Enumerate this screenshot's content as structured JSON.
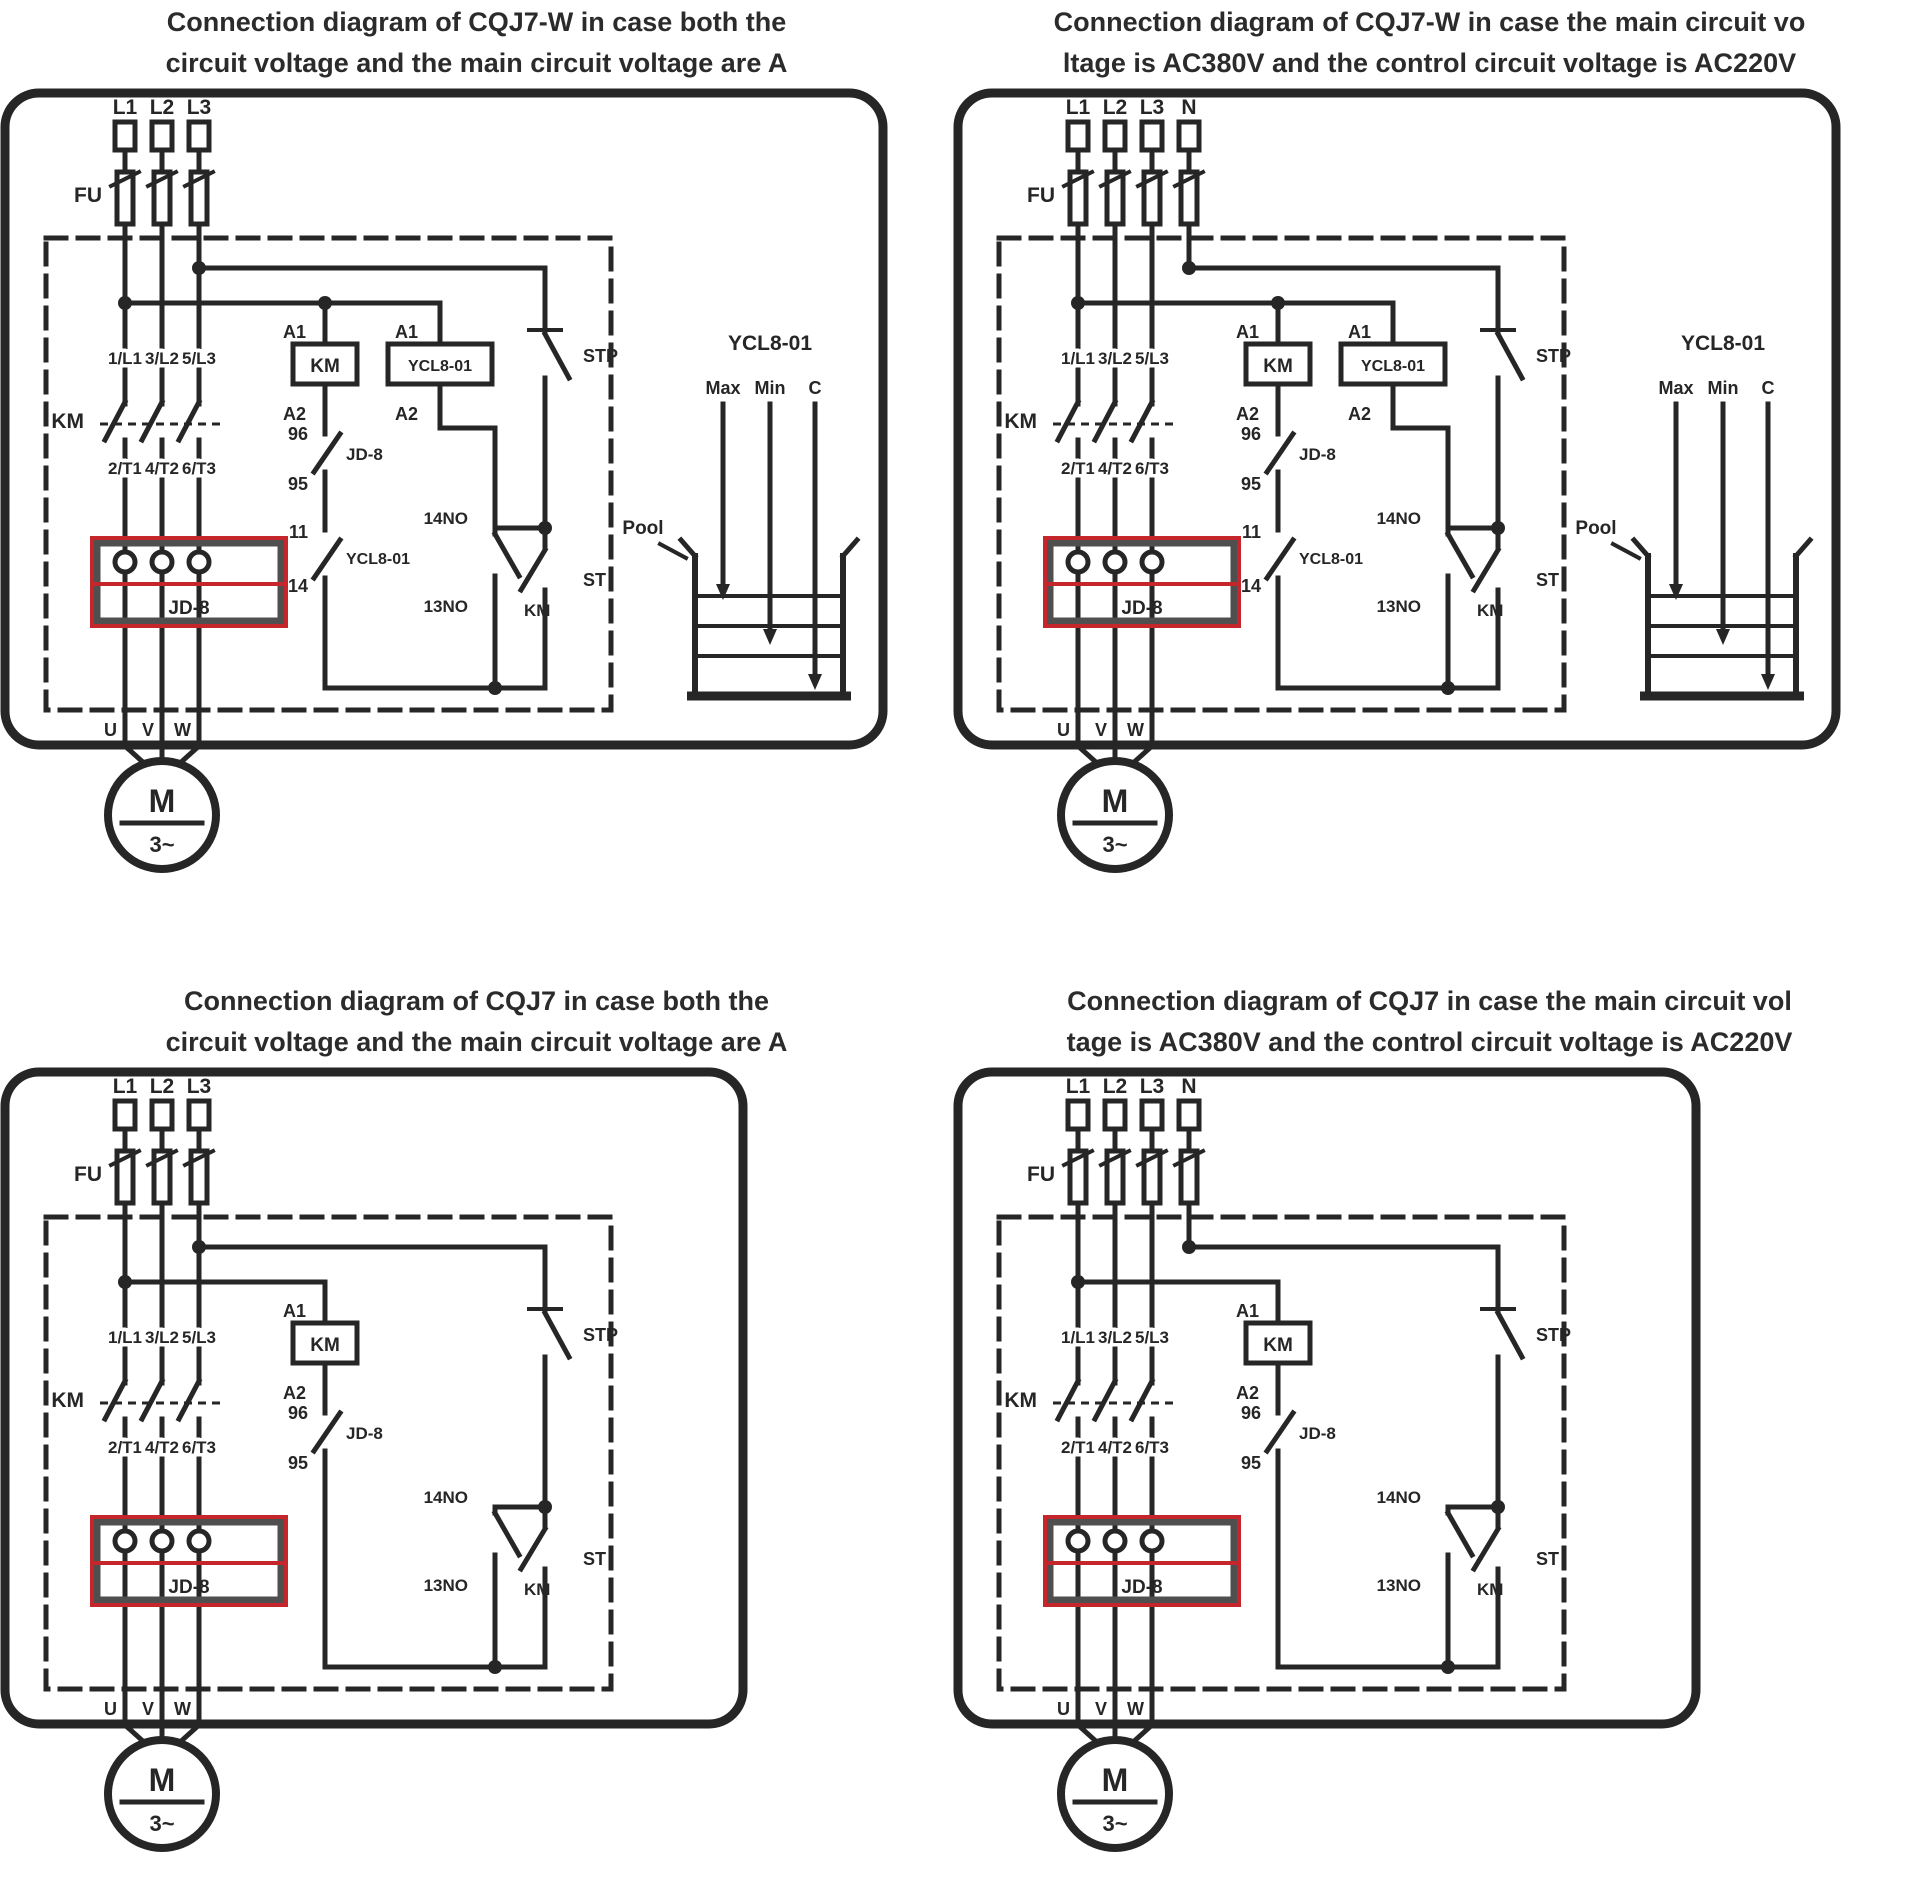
{
  "titles": {
    "p1": {
      "l1": "Connection diagram of CQJ7-W in case both the",
      "l2": "circuit voltage and the main circuit voltage are A"
    },
    "p2": {
      "l1": "Connection diagram of CQJ7-W in case the main circuit vo",
      "l2": "ltage is AC380V and the control circuit voltage is AC220V"
    },
    "p3": {
      "l1": "Connection diagram of CQJ7 in case both the",
      "l2": "circuit voltage and the main circuit voltage are A"
    },
    "p4": {
      "l1": "Connection diagram of CQJ7 in case the main circuit vol",
      "l2": "tage is AC380V and the control circuit voltage is AC220V"
    }
  },
  "labels": {
    "l1": "L1",
    "l2": "L2",
    "l3": "L3",
    "n": "N",
    "fu": "FU",
    "km": "KM",
    "a1": "A1",
    "a2": "A2",
    "t1": "1/L1",
    "t3": "3/L2",
    "t5": "5/L3",
    "t2": "2/T1",
    "t4": "4/T2",
    "t6": "6/T3",
    "jd8": "JD-8",
    "c95": "95",
    "c96": "96",
    "c11": "11",
    "c14": "14",
    "no13": "13NO",
    "no14": "14NO",
    "st": "ST",
    "stp": "STP",
    "u": "U",
    "v": "V",
    "w": "W",
    "m": "M",
    "ph3": "3~",
    "ycl8": "YCL8-01",
    "max": "Max",
    "min": "Min",
    "c": "C",
    "pool": "Pool"
  },
  "colors": {
    "wire": "#262626",
    "highlight": "#c4262b"
  }
}
